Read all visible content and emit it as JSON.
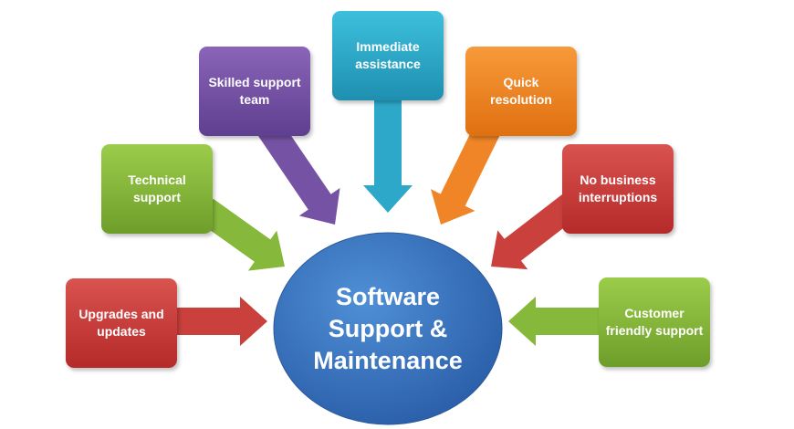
{
  "center": {
    "line1": "Software",
    "line2": "Support &",
    "line3": "Maintenance"
  },
  "items": [
    {
      "label": "Upgrades and updates",
      "color": "#c9403c"
    },
    {
      "label": "Technical support",
      "color": "#86b83c"
    },
    {
      "label": "Skilled support team",
      "color": "#7552a3"
    },
    {
      "label": "Immediate assistance",
      "color": "#2ea8c8"
    },
    {
      "label": "Quick resolution",
      "color": "#ef8526"
    },
    {
      "label": "No business interruptions",
      "color": "#c9403c"
    },
    {
      "label": "Customer friendly support",
      "color": "#86b83c"
    }
  ]
}
